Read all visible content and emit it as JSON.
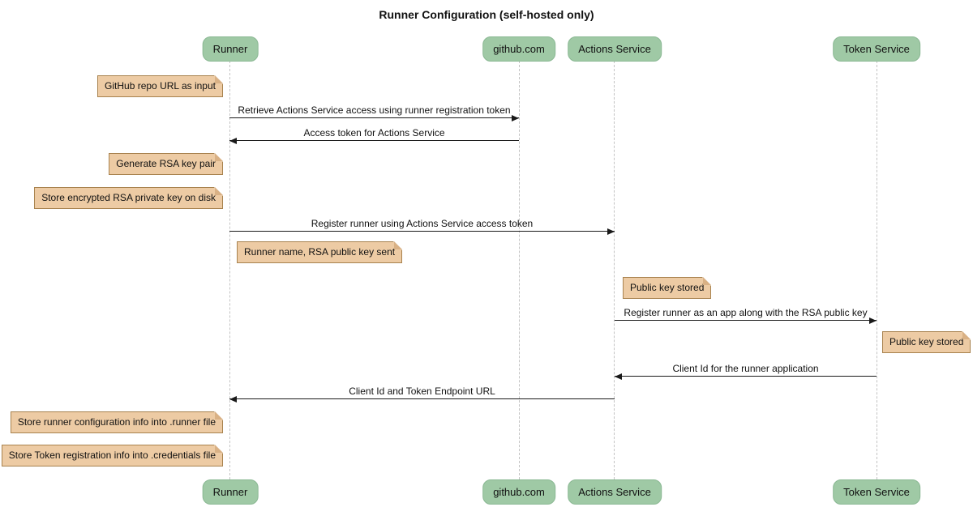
{
  "title": "Runner Configuration (self-hosted only)",
  "participants": [
    {
      "label": "Runner"
    },
    {
      "label": "github.com"
    },
    {
      "label": "Actions Service"
    },
    {
      "label": "Token Service"
    }
  ],
  "messages": [
    {
      "text": "Retrieve Actions Service access using runner registration token",
      "from": "Runner",
      "to": "github.com"
    },
    {
      "text": "Access token for Actions Service",
      "from": "github.com",
      "to": "Runner"
    },
    {
      "text": "Register runner using Actions Service access token",
      "from": "Runner",
      "to": "Actions Service"
    },
    {
      "text": "Register runner as an app along with the RSA public key",
      "from": "Actions Service",
      "to": "Token Service"
    },
    {
      "text": "Client Id for the runner application",
      "from": "Token Service",
      "to": "Actions Service"
    },
    {
      "text": "Client Id and Token Endpoint URL",
      "from": "Actions Service",
      "to": "Runner"
    }
  ],
  "notes": [
    {
      "text": "GitHub repo URL as input",
      "placement": "left of Runner"
    },
    {
      "text": "Generate RSA key pair",
      "placement": "left of Runner"
    },
    {
      "text": "Store encrypted RSA private key on disk",
      "placement": "left of Runner"
    },
    {
      "text": "Runner name, RSA public key sent",
      "placement": "right of Runner"
    },
    {
      "text": "Public key stored",
      "placement": "right of Actions Service"
    },
    {
      "text": "Public key stored",
      "placement": "right of Token Service"
    },
    {
      "text": "Store runner configuration info into .runner file",
      "placement": "left of Runner"
    },
    {
      "text": "Store Token registration info into .credentials file",
      "placement": "left of Runner"
    }
  ],
  "colors": {
    "participant_fill": "#9fc9a5",
    "participant_border": "#8ab893",
    "note_fill": "#edcba4",
    "note_border": "#a8824e",
    "lifeline": "#c3c3c3",
    "arrow": "#1a1a1a",
    "background": "#ffffff"
  }
}
